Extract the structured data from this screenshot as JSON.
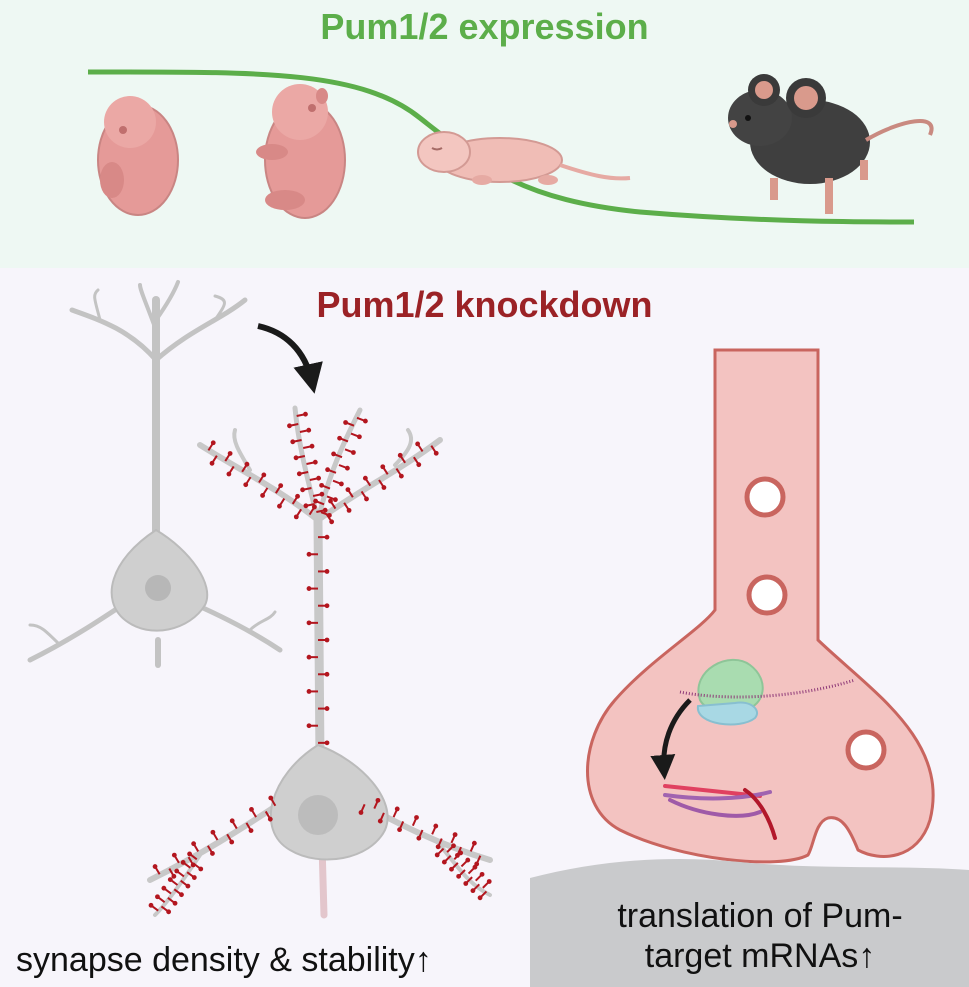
{
  "top": {
    "title": "Pum1/2 expression",
    "stages": [
      "embryo-icon",
      "late-embryo-icon",
      "newborn-pup-icon",
      "adult-mouse-icon"
    ],
    "curve_color": "#5cae4a"
  },
  "bottom": {
    "title": "Pum1/2 knockdown",
    "neuron_color": "#c8c8c8",
    "spine_color": "#b3161f",
    "caption_left": "synapse density & stability↑",
    "caption_right_line1": "translation of Pum-",
    "caption_right_line2": "target mRNAs↑"
  },
  "colors": {
    "expression_title": "#5cae4a",
    "knockdown_title": "#9b2226",
    "synapse_fill": "#f4c5c3",
    "synapse_stroke": "#c9655f",
    "postsynapse": "#c8c9cc"
  }
}
